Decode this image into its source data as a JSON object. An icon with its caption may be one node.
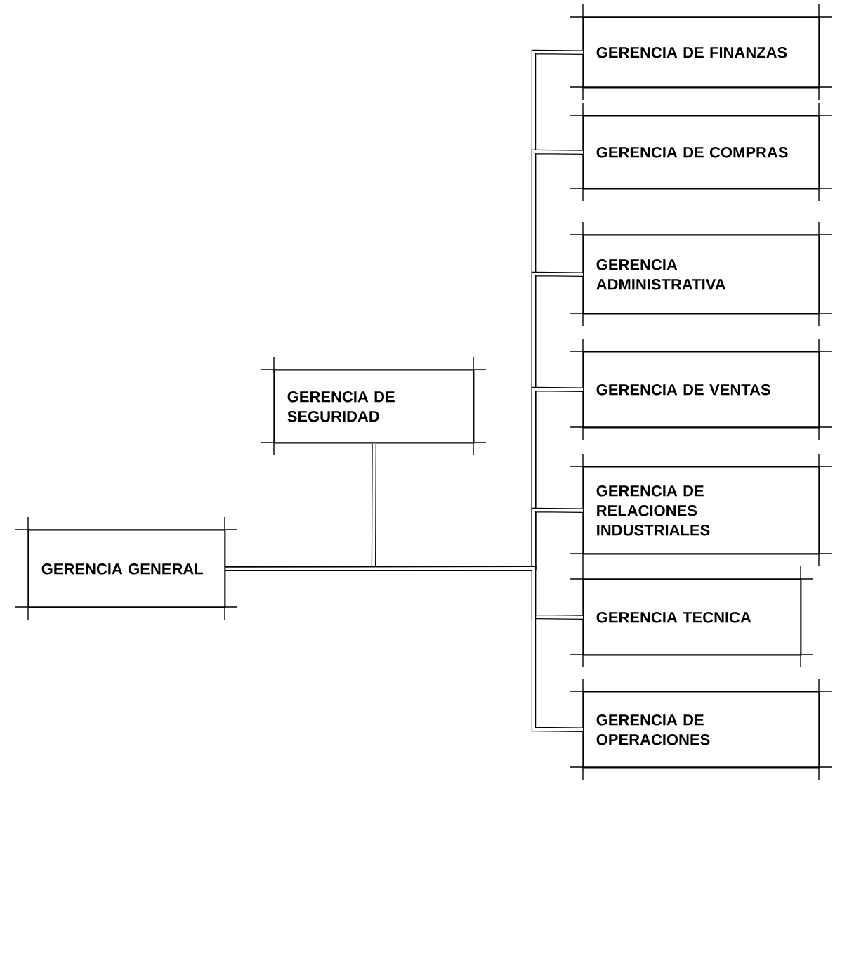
{
  "diagram": {
    "nodes": [
      {
        "text": [
          "GERENCIA GENERAL"
        ]
      },
      {
        "text": [
          "GERENCIA DE SEGURIDAD"
        ]
      },
      {
        "text": [
          "GERENCIA DE FINANZAS"
        ]
      },
      {
        "text": [
          "GERENCIA DE COMPRAS"
        ]
      },
      {
        "text": [
          "GERENCIA ADMINISTRATIVA"
        ]
      },
      {
        "text": [
          "GERENCIA DE VENTAS"
        ]
      },
      {
        "text": [
          "GERENCIA DE RELACIONES INDUSTRIALES"
        ]
      },
      {
        "text": [
          "GERENCIA TECNICA"
        ]
      },
      {
        "text": [
          "GERENCIA DE OPERACIONES"
        ]
      }
    ],
    "edges": [
      {
        "from": 0,
        "to": 1,
        "arrow": "none"
      },
      {
        "from": 0,
        "to": 2,
        "arrow": "none"
      },
      {
        "from": 0,
        "to": 3,
        "arrow": "none"
      },
      {
        "from": 0,
        "to": 4,
        "arrow": "none"
      },
      {
        "from": 0,
        "to": 5,
        "arrow": "none"
      },
      {
        "from": 0,
        "to": 6,
        "arrow": "none"
      },
      {
        "from": 0,
        "to": 7,
        "arrow": "none"
      },
      {
        "from": 0,
        "to": 8,
        "arrow": "none"
      }
    ]
  }
}
